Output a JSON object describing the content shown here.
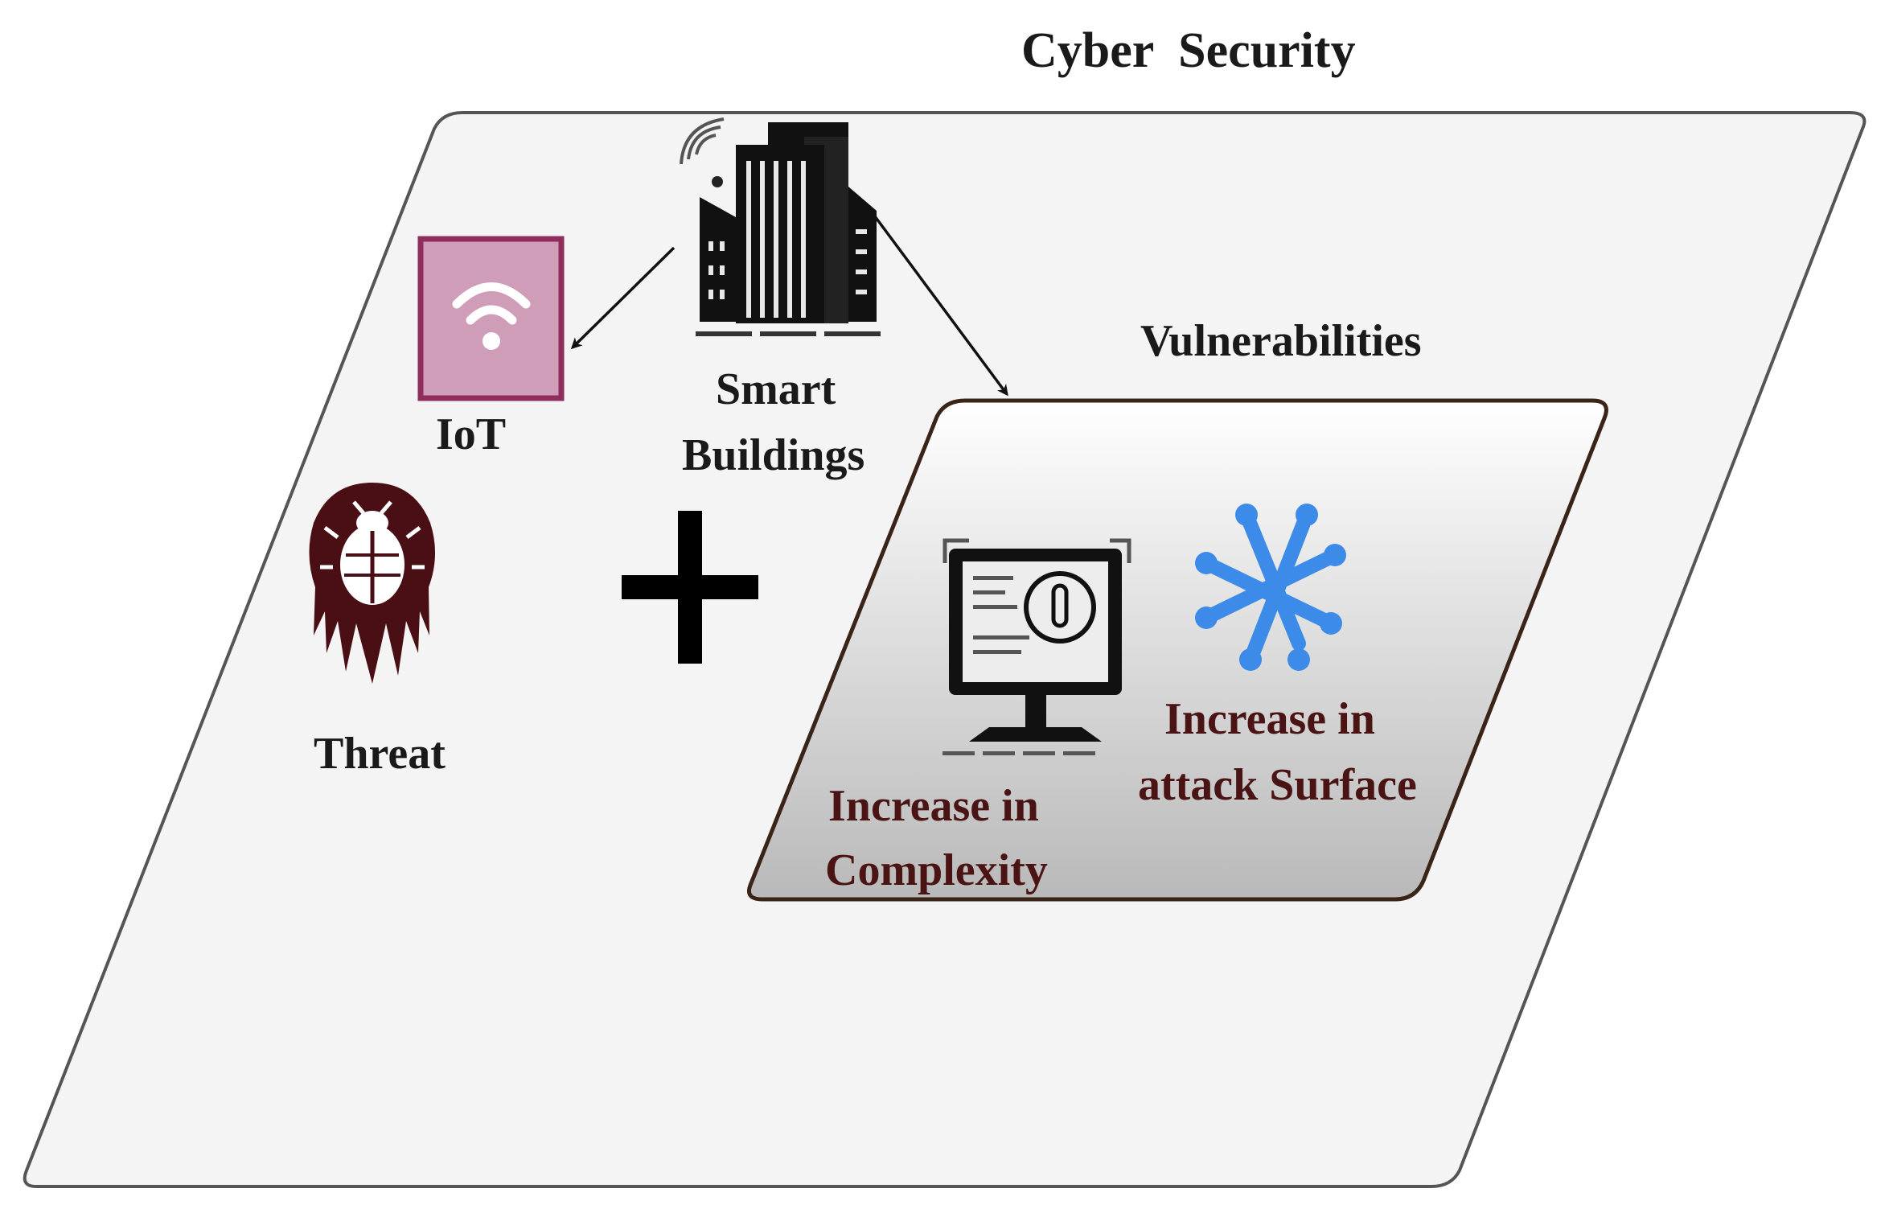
{
  "diagram": {
    "title": "Cyber  Security",
    "vulnerabilities_label": "Vulnerabilities",
    "iot_label": "IoT",
    "smart_buildings_label_line1": "Smart",
    "smart_buildings_label_line2": "Buildings",
    "threat_label": "Threat",
    "complexity_label_line1": "Increase in",
    "complexity_label_line2": "Complexity",
    "attack_surface_label_line1": "Increase in",
    "attack_surface_label_line2": "attack Surface"
  },
  "icons": {
    "iot": "wifi-tile-icon",
    "smart_buildings": "smart-building-icon",
    "threat": "bug-threat-icon",
    "plus": "plus-icon",
    "complexity": "monitor-alert-icon",
    "attack_surface": "network-nodes-icon"
  },
  "colors": {
    "outer_panel": "#f4f4f4",
    "iot_tile": "#cf9db8",
    "iot_tile_border": "#8f2e5c",
    "threat": "#4a0f14",
    "inner_panel_border": "#3a2417",
    "attack_surface_icon": "#3d8be8",
    "vulnerability_text": "#4b1414"
  }
}
